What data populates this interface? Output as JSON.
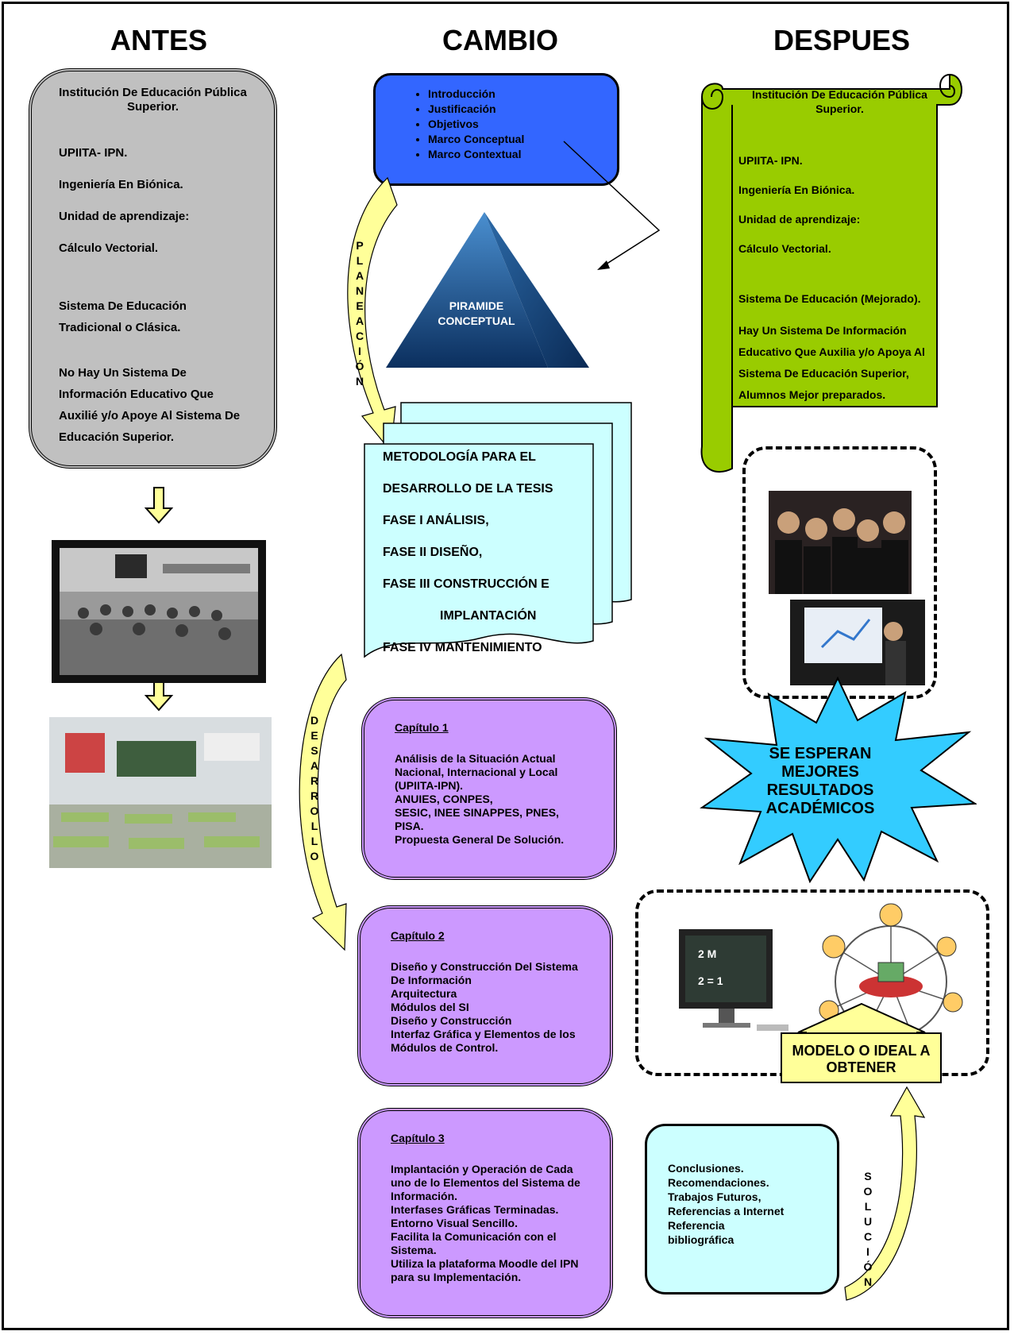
{
  "headers": {
    "antes": "ANTES",
    "cambio": "CAMBIO",
    "despues": "DESPUES"
  },
  "antes": {
    "title": "Institución De Educación Pública Superior.",
    "lines": [
      "UPIITA- IPN.",
      "Ingeniería En Biónica.",
      "Unidad de aprendizaje:",
      "Cálculo Vectorial.",
      "Sistema De Educación Tradicional o Clásica.",
      "No Hay Un Sistema De Información Educativo  Que Auxilié y/o Apoye Al Sistema De Educación Superior."
    ]
  },
  "cambio": {
    "items": [
      "Introducción",
      "Justificación",
      "Objetivos",
      "Marco Conceptual",
      "Marco Contextual"
    ],
    "pyramid": "PIRAMIDE CONCEPTUAL",
    "planeacion": [
      "P",
      "L",
      "A",
      "N",
      "E",
      "A",
      "C",
      "I",
      "Ó",
      "N"
    ],
    "methodology": [
      "METODOLOGÍA PARA EL",
      "DESARROLLO DE LA TESIS",
      "FASE I ANÁLISIS,",
      "FASE II DISEÑO,",
      "FASE III CONSTRUCCIÓN E",
      "IMPLANTACIÓN",
      "FASE IV MANTENIMIENTO"
    ],
    "desarrollo": [
      "D",
      "E",
      "S",
      "A",
      "R",
      "R",
      "O",
      "L",
      "L",
      "O"
    ],
    "chapters": [
      {
        "title": "Capítulo 1",
        "lines": [
          "Análisis de la Situación Actual Nacional, Internacional y Local (UPIITA-IPN).",
          "ANUIES, CONPES,",
          "SESIC, INEE SINAPPES, PNES, PISA.",
          "Propuesta General De Solución."
        ]
      },
      {
        "title": "Capítulo 2",
        "lines": [
          "Diseño y Construcción Del Sistema De Información",
          "Arquitectura",
          "Módulos del SI",
          "Diseño y Construcción",
          "Interfaz Gráfica y Elementos de los Módulos de Control."
        ]
      },
      {
        "title": "Capítulo 3",
        "lines": [
          "Implantación y Operación de Cada uno de lo Elementos del Sistema de Información.",
          "Interfases Gráficas Terminadas.",
          "Entorno Visual Sencillo.",
          "Facilita la Comunicación con el Sistema.",
          "Utiliza la plataforma Moodle del IPN para su Implementación."
        ]
      }
    ]
  },
  "despues": {
    "title": "Institución De Educación Pública Superior.",
    "lines": [
      "UPIITA- IPN.",
      "Ingeniería En Biónica.",
      "Unidad de aprendizaje:",
      "Cálculo Vectorial.",
      "Sistema De Educación (Mejorado).",
      "Hay Un Sistema De Información Educativo  Que Auxilia y/o Apoya Al Sistema De Educación Superior, Alumnos Mejor preparados."
    ],
    "star": "SE ESPERAN MEJORES RESULTADOS ACADÉMICOS",
    "model": "MODELO O IDEAL A OBTENER",
    "solucion": [
      "S",
      "O",
      "L",
      "U",
      "C",
      "I",
      "Ó",
      "N"
    ],
    "conclusions": [
      "Conclusiones.",
      "Recomendaciones.",
      "Trabajos Futuros,",
      "Referencias a Internet",
      "Referencia bibliográfica"
    ]
  },
  "colors": {
    "grey": "#c0c0c0",
    "blue": "#3366ff",
    "green": "#99cc00",
    "cyan": "#ccffff",
    "purple": "#cc99ff",
    "star": "#33ccff",
    "yellow": "#ffff99"
  }
}
